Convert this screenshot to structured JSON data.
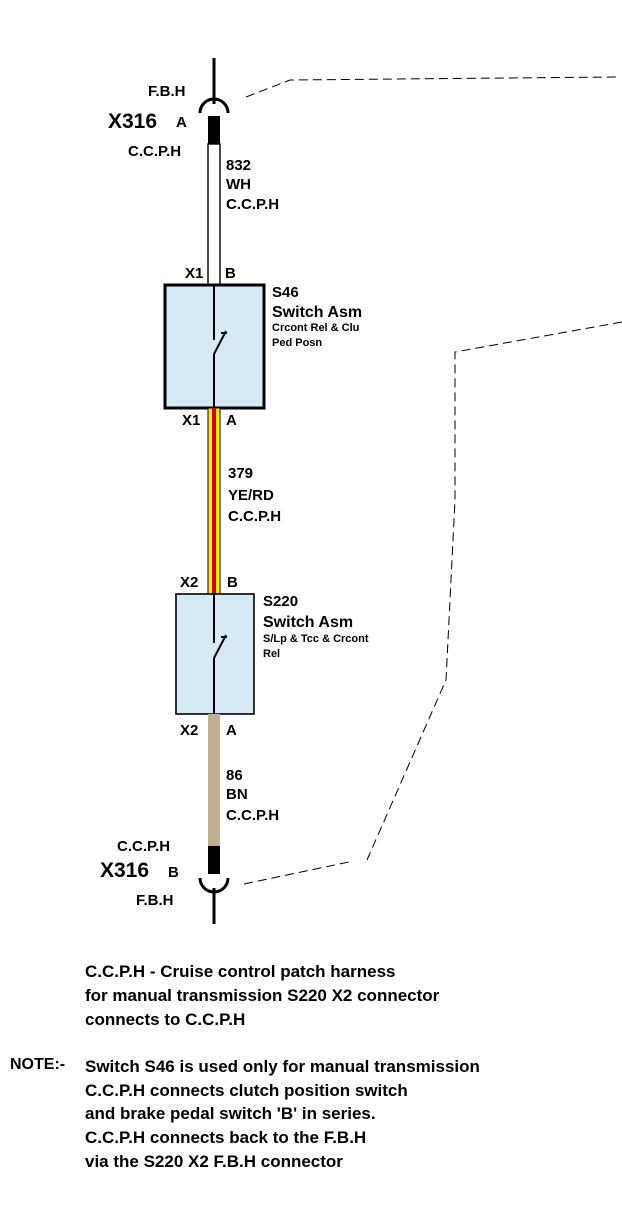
{
  "top_connector": {
    "name": "X316",
    "pin": "A",
    "label_above": "F.B.H",
    "label_below": "C.C.P.H"
  },
  "bottom_connector": {
    "name": "X316",
    "pin": "B",
    "label_above": "C.C.P.H",
    "label_below": "F.B.H"
  },
  "wires": [
    {
      "circuit": "832",
      "color_code": "WH",
      "harness": "C.C.P.H",
      "fill": "#ffffff"
    },
    {
      "circuit": "379",
      "color_code": "YE/RD",
      "harness": "C.C.P.H",
      "fill": "#ffe800",
      "stripe": "#d40000"
    },
    {
      "circuit": "86",
      "color_code": "BN",
      "harness": "C.C.P.H",
      "fill": "#bfae8f"
    }
  ],
  "switches": [
    {
      "id": "S46",
      "type": "Switch Asm",
      "desc1": "Crcont Rel & Clu",
      "desc2": "Ped Posn",
      "top_conn": "X1",
      "top_pin": "B",
      "bottom_conn": "X1",
      "bottom_pin": "A",
      "fill": "#d6eaf5"
    },
    {
      "id": "S220",
      "type": "Switch Asm",
      "desc1": "S/Lp & Tcc & Crcont",
      "desc2": "Rel",
      "top_conn": "X2",
      "top_pin": "B",
      "bottom_conn": "X2",
      "bottom_pin": "A",
      "fill": "#d6eaf5"
    }
  ],
  "legend": {
    "line1": "C.C.P.H - Cruise control patch harness",
    "line2": "for manual transmission S220 X2 connector",
    "line3": "connects to C.C.P.H"
  },
  "note": {
    "label": "NOTE:-",
    "line1": "Switch S46 is used only for manual transmission",
    "line2": "C.C.P.H connects clutch position switch",
    "line3": "and brake pedal switch 'B' in series.",
    "line4": "C.C.P.H connects back to the F.B.H",
    "line5": "via the S220 X2 F.B.H connector"
  }
}
